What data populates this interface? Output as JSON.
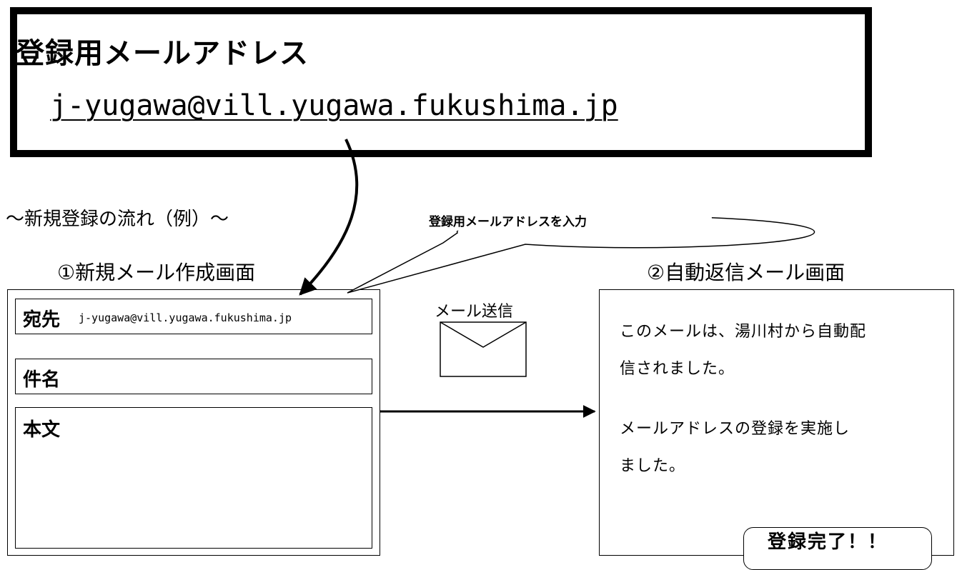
{
  "registration": {
    "title": "登録用メールアドレス",
    "email": "j-yugawa@vill.yugawa.fukushima.jp"
  },
  "flow": {
    "heading": "～新規登録の流れ（例）～",
    "callout": "登録用メールアドレスを入力"
  },
  "compose_screen": {
    "title": "①新規メール作成画面",
    "to_label": "宛先",
    "to_value": "j-yugawa@vill.yugawa.fukushima.jp",
    "subject_label": "件名",
    "body_label": "本文"
  },
  "send": {
    "label": "メール送信",
    "icon": "envelope-icon"
  },
  "reply_screen": {
    "title": "②自動返信メール画面",
    "lines": [
      "このメールは、湯川村から自動配",
      "信されました。",
      "メールアドレスの登録を実施し",
      "ました。"
    ],
    "complete": "登録完了！！"
  }
}
